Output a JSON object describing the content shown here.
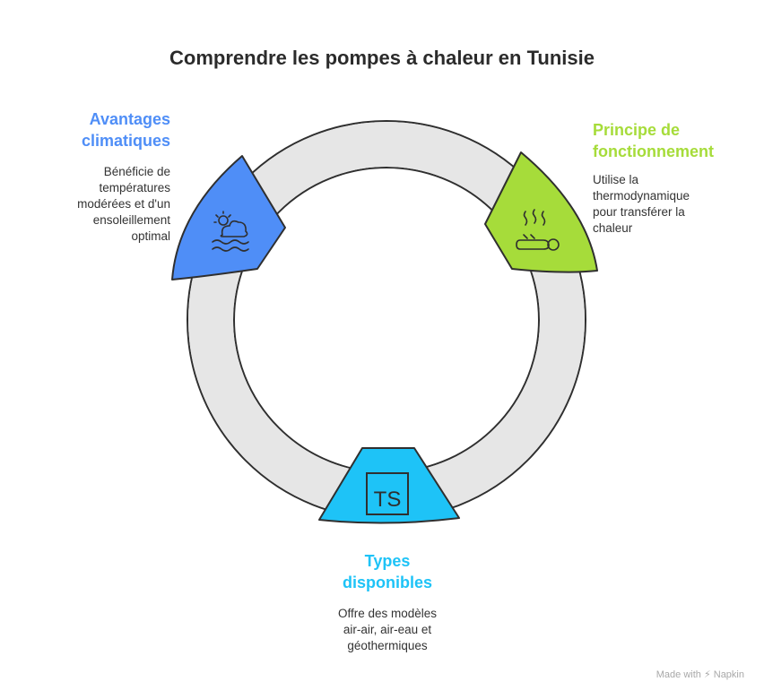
{
  "title": "Comprendre les pompes à chaleur en Tunisie",
  "colors": {
    "ring": "#e6e6e6",
    "outline": "#2f2f2f",
    "blue": "#4f8ef7",
    "green": "#a6dc3a",
    "cyan": "#1ec3f7"
  },
  "sections": {
    "avantages": {
      "title_line1": "Avantages",
      "title_line2": "climatiques",
      "desc_line1": "Bénéficie de",
      "desc_line2": "températures",
      "desc_line3": "modérées et d'un",
      "desc_line4": "ensoleillement",
      "desc_line5": "optimal",
      "icon": "weather-sun-cloud-waves-icon"
    },
    "principe": {
      "title_line1": "Principe de",
      "title_line2": "fonctionnement",
      "desc_line1": "Utilise la",
      "desc_line2": "thermodynamique",
      "desc_line3": "pour transférer la",
      "desc_line4": "chaleur",
      "icon": "steam-heat-icon"
    },
    "types": {
      "title_line1": "Types",
      "title_line2": "disponibles",
      "desc_line1": "Offre des modèles",
      "desc_line2": "air-air, air-eau et",
      "desc_line3": "géothermiques",
      "icon_text": "TS"
    }
  },
  "footer": {
    "made_with": "Made with",
    "brand": "Napkin"
  }
}
